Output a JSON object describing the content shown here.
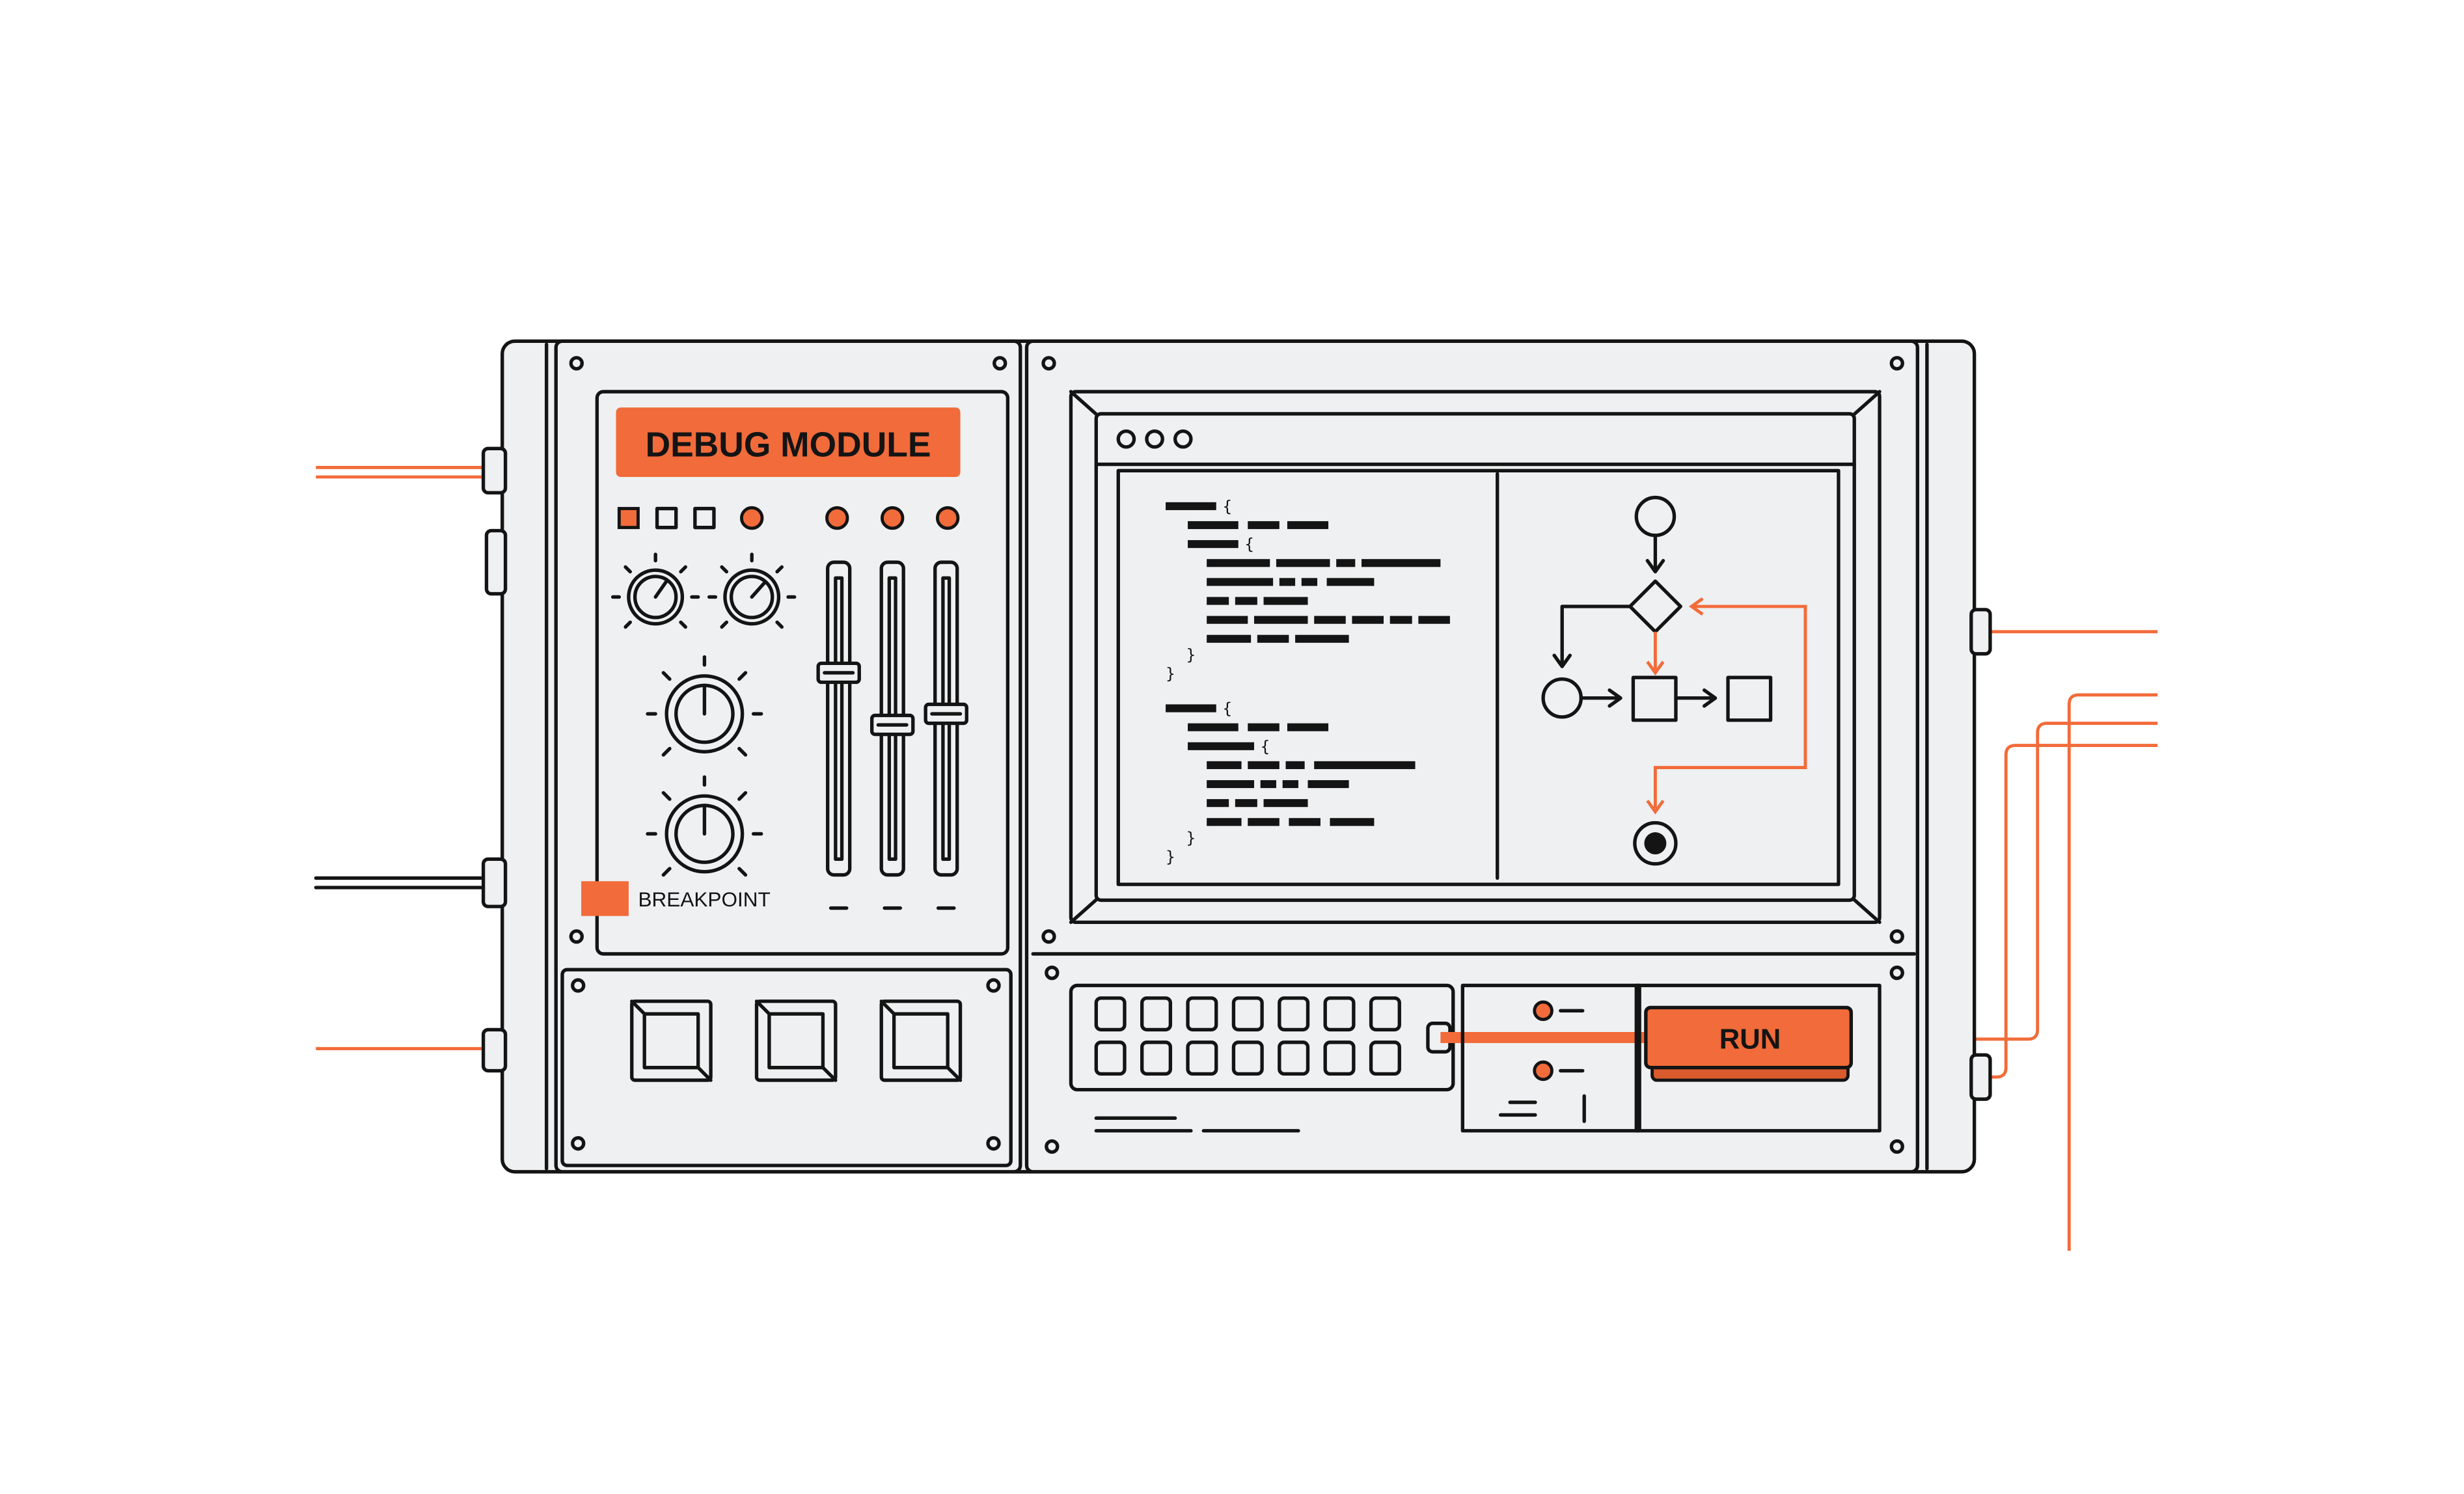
{
  "module": {
    "title": "DEBUG MODULE",
    "breakpoint_label": "BREAKPOINT"
  },
  "controls": {
    "run_label": "RUN"
  },
  "colors": {
    "accent": "#f26b3a",
    "ink": "#141414",
    "panel": "#eef0f1",
    "screen": "#f2f3f4",
    "background": "#ffffff"
  },
  "icons": {
    "window_dots": "three-circle-window-controls",
    "flow_start": "circle-node",
    "flow_decision": "diamond-node",
    "flow_end": "target-node"
  }
}
